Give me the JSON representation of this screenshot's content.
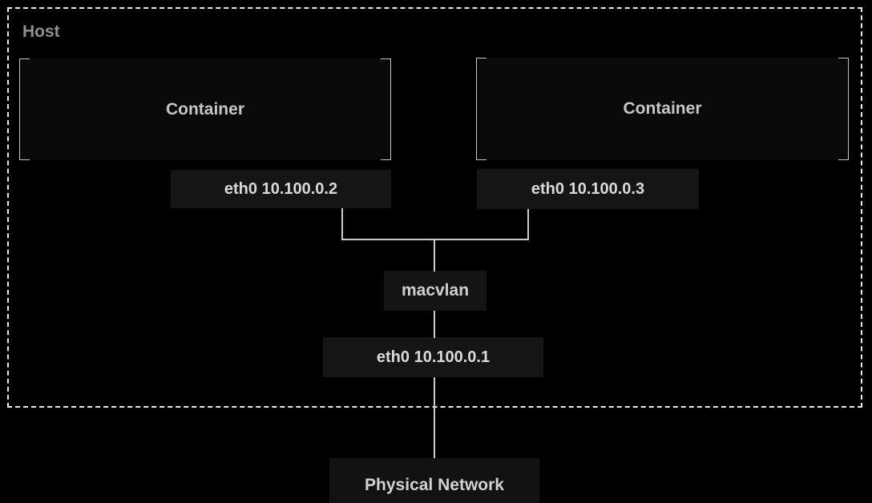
{
  "diagram": {
    "type": "network-topology",
    "host": {
      "label": "Host"
    },
    "containers": [
      {
        "label": "Container",
        "interface": {
          "label": "eth0 10.100.0.2"
        }
      },
      {
        "label": "Container",
        "interface": {
          "label": "eth0 10.100.0.3"
        }
      }
    ],
    "macvlan": {
      "label": "macvlan"
    },
    "host_interface": {
      "label": "eth0 10.100.0.1"
    },
    "physical_network": {
      "label": "Physical Network"
    },
    "colors": {
      "background": "#000000",
      "host_border": "#e9e9e9",
      "host_label_text": "#8f8f8f",
      "container_fill": "#0a0a0a",
      "container_bracket": "#c6c6c6",
      "container_text": "#c6c6c6",
      "node_fill": "#151515",
      "node_text": "#d9d9d9",
      "edge_line": "#cccccc"
    }
  }
}
